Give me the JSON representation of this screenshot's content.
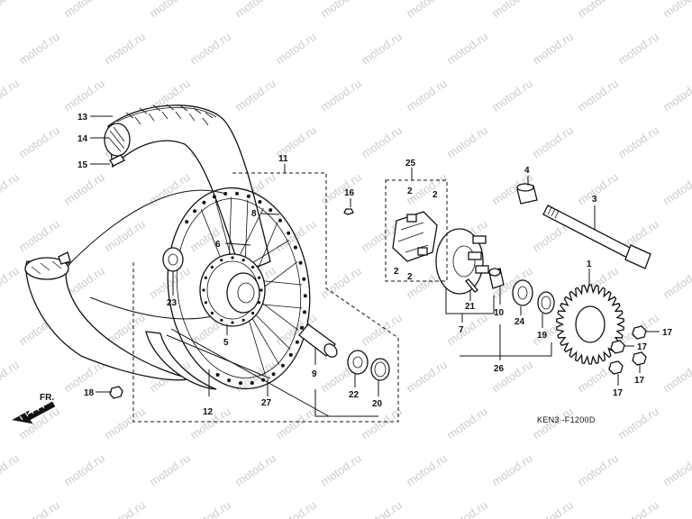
{
  "watermark": "motod.ru",
  "reference_code": "KEN3 -F1200D",
  "direction_label": "FR.",
  "callouts": {
    "c1": "1",
    "c2a": "2",
    "c2b": "2",
    "c2c": "2",
    "c2d": "2",
    "c3": "3",
    "c4": "4",
    "c5": "5",
    "c6": "6",
    "c7": "7",
    "c8": "8",
    "c9": "9",
    "c10": "10",
    "c11": "11",
    "c12": "12",
    "c13": "13",
    "c14": "14",
    "c15": "15",
    "c16": "16",
    "c17a": "17",
    "c17b": "17",
    "c17c": "17",
    "c17d": "17",
    "c18": "18",
    "c19": "19",
    "c20": "20",
    "c21": "21",
    "c22": "22",
    "c23": "23",
    "c24": "24",
    "c25": "25",
    "c26": "26",
    "c27": "27"
  },
  "colors": {
    "line": "#111111",
    "watermark": "#cccccc",
    "background": "#ffffff"
  }
}
